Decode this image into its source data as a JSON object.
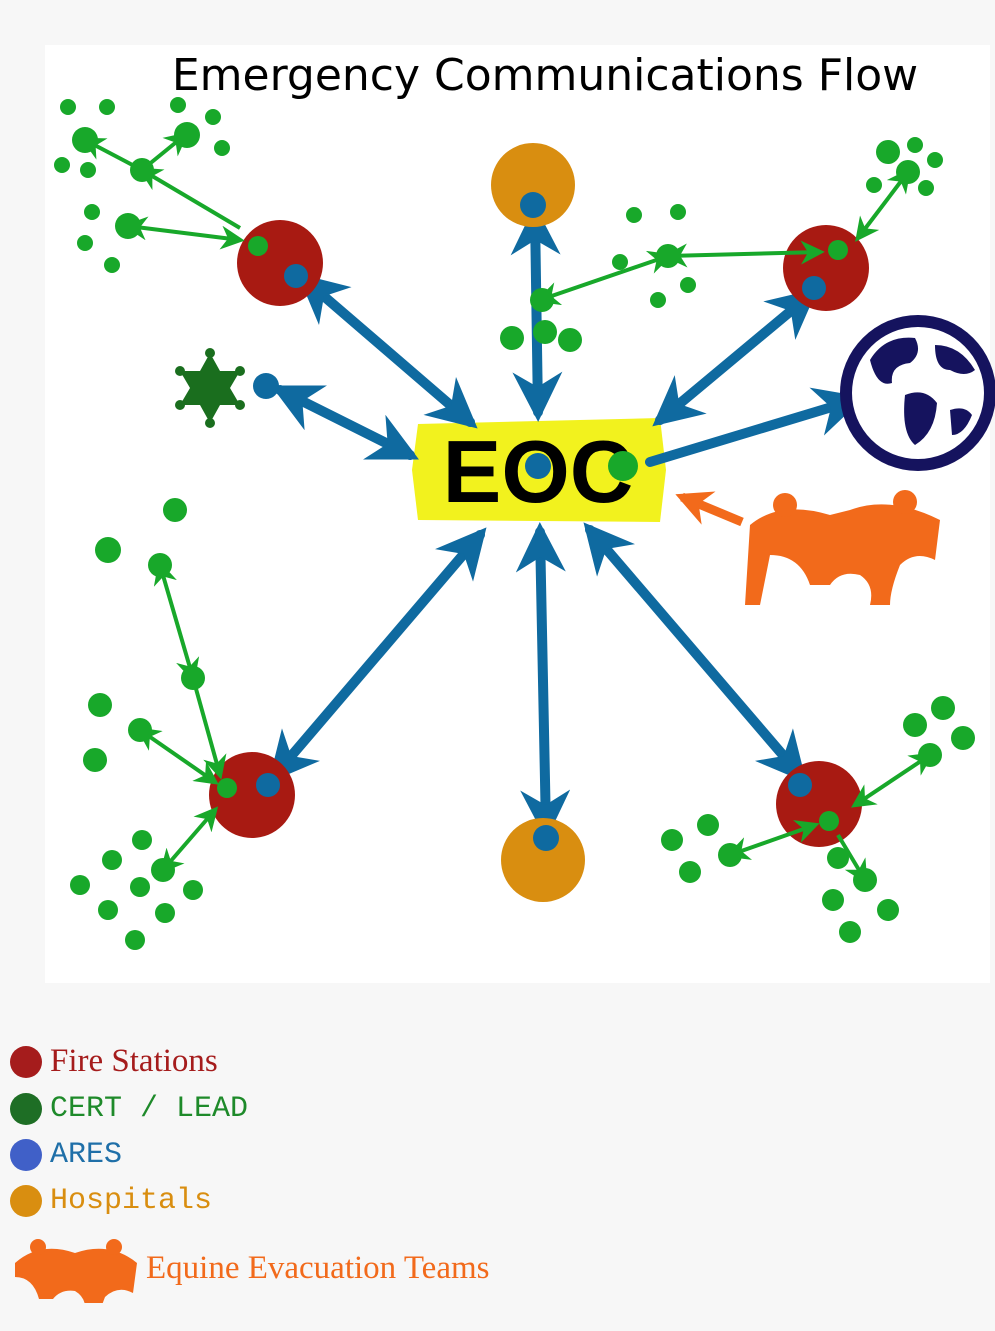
{
  "title": "Emergency Communications Flow",
  "center_label": "EOC",
  "legend": [
    {
      "label": "Fire Stations",
      "color": "#a51c1c",
      "icon": "fire-station-dot"
    },
    {
      "label": "CERT / LEAD",
      "color": "#1e8a2a",
      "icon": "cert-dot"
    },
    {
      "label": "ARES",
      "color": "#1f6fa8",
      "icon": "ares-dot"
    },
    {
      "label": "Hospitals",
      "color": "#d98e10",
      "icon": "hospital-dot"
    },
    {
      "label": "Equine Evacuation Teams",
      "color": "#f26a1b",
      "icon": "horse-icon"
    }
  ],
  "colors": {
    "fire": "#a81a12",
    "cert": "#18a82a",
    "ares": "#0f6aa0",
    "hospital": "#d98e10",
    "eoc_bg": "#f2f21e",
    "equine": "#f26a1b",
    "globe": "#15135e"
  }
}
